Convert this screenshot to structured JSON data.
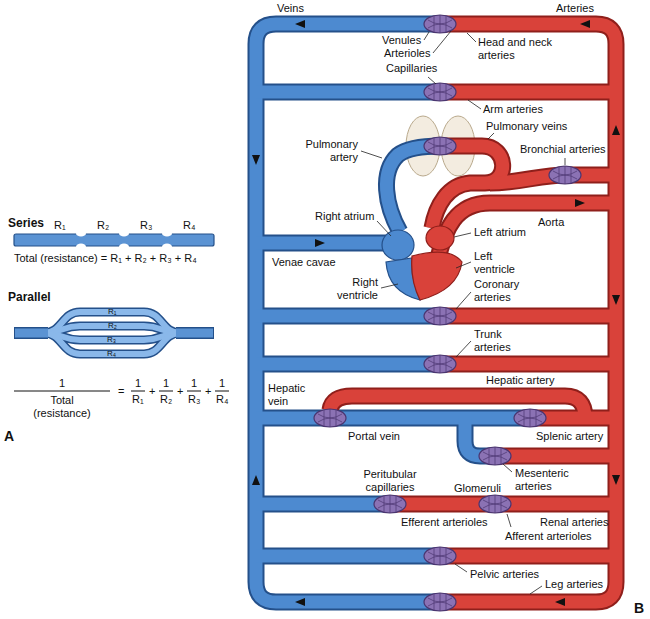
{
  "diagram": {
    "labels": [
      "Series",
      "R₁",
      "R₂",
      "R₃",
      "R₄",
      "Total (resistance) = R₁ + R₂ + R₃ + R₄",
      "Parallel",
      "R₁",
      "R₂",
      "R₃",
      "R₄",
      "1",
      "Total (resistance)",
      "=",
      "1",
      "R₁",
      "+",
      "1",
      "R₂",
      "+",
      "1",
      "R₃",
      "+",
      "1",
      "R₄",
      "A",
      "Veins",
      "Arteries",
      "Venules",
      "Arterioles",
      "Head and neck arteries",
      "Capillaries",
      "Arm arteries",
      "Pulmonary veins",
      "Bronchial arteries",
      "Pulmonary artery",
      "Right atrium",
      "Aorta",
      "Left atrium",
      "Left ventricle",
      "Venae cavae",
      "Right ventricle",
      "Coronary arteries",
      "Trunk arteries",
      "Hepatic artery",
      "Hepatic vein",
      "Portal vein",
      "Splenic artery",
      "Mesenteric arteries",
      "Peritubular capillaries",
      "Glomeruli",
      "Efferent arterioles",
      "Renal arteries",
      "Afferent arterioles",
      "Pelvic arteries",
      "Leg arteries",
      "B"
    ]
  }
}
